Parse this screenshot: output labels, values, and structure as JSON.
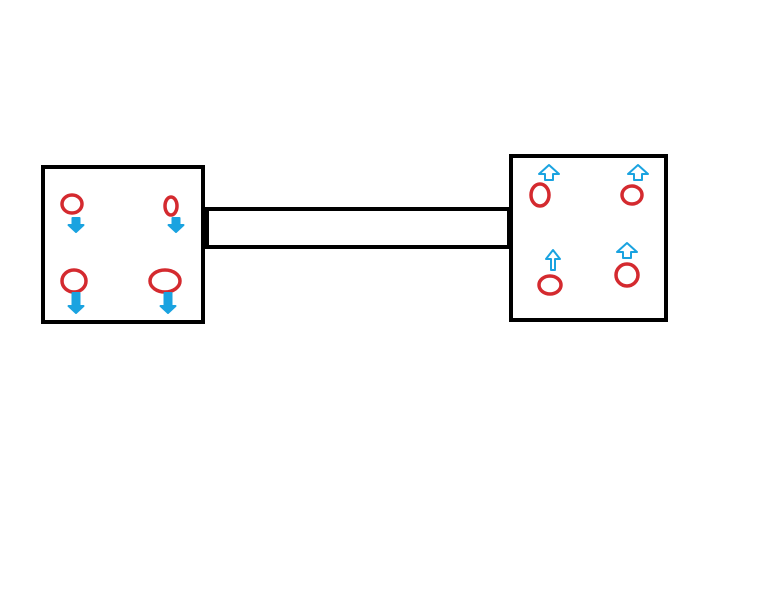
{
  "colors": {
    "background": "#ffffff",
    "outline": "#000000",
    "particle": "#d42a2f",
    "arrow": "#1aa3e0"
  },
  "diagram": {
    "left_container": {
      "particles": [
        {
          "id": "p1",
          "arrow_direction": "down"
        },
        {
          "id": "p2",
          "arrow_direction": "down"
        },
        {
          "id": "p3",
          "arrow_direction": "down"
        },
        {
          "id": "p4",
          "arrow_direction": "down"
        }
      ]
    },
    "connector_tube": {},
    "right_container": {
      "particles": [
        {
          "id": "p1",
          "arrow_direction": "up"
        },
        {
          "id": "p2",
          "arrow_direction": "up"
        },
        {
          "id": "p3",
          "arrow_direction": "up"
        },
        {
          "id": "p4",
          "arrow_direction": "up"
        }
      ]
    }
  }
}
